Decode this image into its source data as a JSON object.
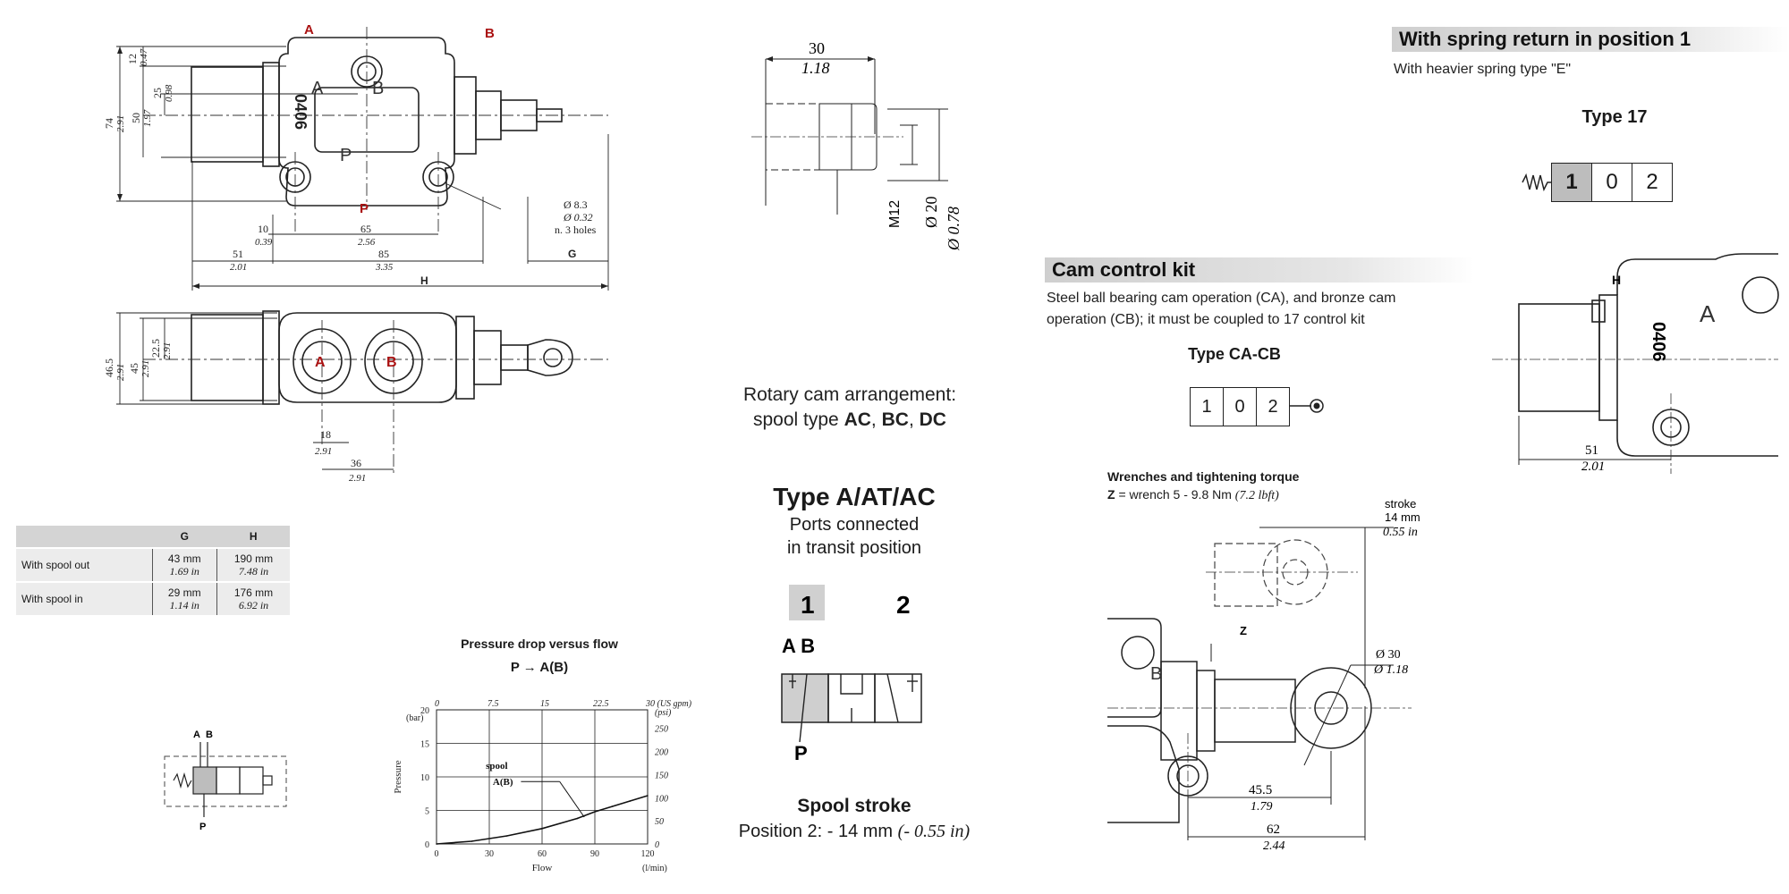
{
  "top_drawing": {
    "port_a": "A",
    "port_b": "B",
    "port_p": "P",
    "body_marking": "0406",
    "dims_vertical": [
      {
        "mm": "12",
        "in": "0.47"
      },
      {
        "mm": "25",
        "in": "0.98"
      },
      {
        "mm": "50",
        "in": "1.97"
      },
      {
        "mm": "74",
        "in": "2.91"
      }
    ],
    "dims_horizontal": [
      {
        "mm": "10",
        "in": "0.39"
      },
      {
        "mm": "65",
        "in": "2.56"
      },
      {
        "mm": "51",
        "in": "2.01"
      },
      {
        "mm": "85",
        "in": "3.35"
      }
    ],
    "dim_g": "G",
    "dim_h": "H",
    "holes_dia_mm": "Ø 8.3",
    "holes_dia_in": "Ø 0.32",
    "holes_note": "n. 3 holes"
  },
  "bottom_drawing": {
    "port_a": "A",
    "port_b": "B",
    "dims_vertical": [
      {
        "mm": "46.5",
        "in": "2.91"
      },
      {
        "mm": "45",
        "in": "2.91"
      },
      {
        "mm": "22.5",
        "in": "2.91"
      }
    ],
    "dims_horizontal": [
      {
        "mm": "18",
        "in": "2.91"
      },
      {
        "mm": "36",
        "in": "2.91"
      }
    ]
  },
  "spool_detail": {
    "width_mm": "30",
    "width_in": "1.18",
    "dia_mm": "Ø 20",
    "dia_in": "Ø 0.78",
    "thread": "M12"
  },
  "gh_table": {
    "headers": [
      "",
      "G",
      "H"
    ],
    "rows": [
      {
        "label": "With spool out",
        "g_mm": "43 mm",
        "g_in": "1.69 in",
        "h_mm": "190 mm",
        "h_in": "7.48 in"
      },
      {
        "label": "With spool in",
        "g_mm": "29 mm",
        "g_in": "1.14 in",
        "h_mm": "176 mm",
        "h_in": "6.92 in"
      }
    ]
  },
  "small_symbol": {
    "label_a": "A",
    "label_b": "B",
    "label_p": "P"
  },
  "chart_data": {
    "type": "line",
    "title": "Pressure drop versus flow",
    "subtitle": "P → A(B)",
    "xlabel": "Flow",
    "x_unit": "(l/min)",
    "ylabel": "Pressure",
    "y_unit": "(bar)",
    "x_ticks": [
      "0",
      "30",
      "60",
      "90",
      "120"
    ],
    "xlim": [
      0,
      120
    ],
    "y_ticks": [
      "0",
      "5",
      "10",
      "15",
      "20"
    ],
    "ylim": [
      0,
      20
    ],
    "top_ticks": [
      "0",
      "7.5",
      "15",
      "22.5",
      "30 (US gpm)"
    ],
    "right_ticks": [
      "0",
      "50",
      "100",
      "150",
      "200",
      "250"
    ],
    "right_unit": "(psi)",
    "grid": true,
    "series": [
      {
        "name": "spool",
        "label": "A(B)",
        "x": [
          0,
          20,
          40,
          60,
          80,
          90,
          100,
          110,
          120
        ],
        "y": [
          0,
          0.4,
          1.2,
          2.3,
          3.8,
          4.8,
          5.6,
          6.4,
          7.2
        ]
      }
    ],
    "label_spool": "spool",
    "label_ab": "A(B)"
  },
  "rotary": {
    "line1": "Rotary cam arrangement:",
    "line2_prefix": "spool type",
    "type_ac": "AC",
    "type_bc": "BC",
    "type_dc": "DC",
    "sep": ","
  },
  "type_block": {
    "title": "Type A/AT/AC",
    "line1": "Ports connected",
    "line2": "in transit position",
    "pos1": "1",
    "pos2": "2",
    "label_ab": "A B",
    "label_p": "P"
  },
  "spool_stroke": {
    "title": "Spool stroke",
    "text": "Position 2: - 14 mm",
    "inches": "(- 0.55 in)"
  },
  "spring_return": {
    "header": "With spring return in position 1",
    "sub": "With heavier spring type \"E\"",
    "type_label": "Type 17",
    "cells": [
      "1",
      "0",
      "2"
    ]
  },
  "cam_kit": {
    "header": "Cam control kit",
    "desc_line1": "Steel ball bearing cam operation (CA), and bronze cam",
    "desc_line2": "operation (CB); it must be coupled to 17 control kit",
    "type_label": "Type CA-CB",
    "cells": [
      "1",
      "0",
      "2"
    ]
  },
  "wrench": {
    "title": "Wrenches and tightening torque",
    "z": "Z",
    "text": "= wrench 5 - 9.8 Nm",
    "lbft": "(7.2 lbft)"
  },
  "cam_drawing": {
    "stroke_label": "stroke",
    "stroke_mm": "14 mm",
    "stroke_in": "0.55 in",
    "z": "Z",
    "dia_mm": "Ø 30",
    "dia_in": "Ø 1.18",
    "d1_mm": "45.5",
    "d1_in": "1.79",
    "d2_mm": "62",
    "d2_in": "2.44",
    "port_b": "B"
  },
  "right_drawing": {
    "h": "H",
    "port_a": "A",
    "marking": "0406",
    "dim_mm": "51",
    "dim_in": "2.01"
  }
}
